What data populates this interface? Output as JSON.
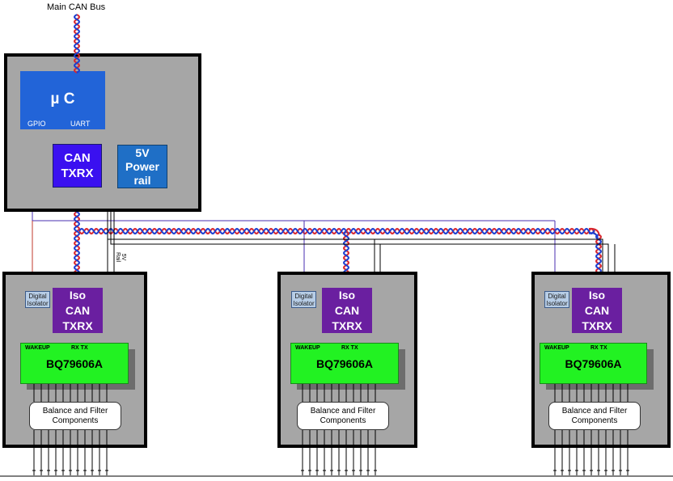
{
  "bus_label": "Main CAN Bus",
  "controller": {
    "mcu": "µ C",
    "gpio": "GPIO",
    "uart": "UART",
    "can_txrx": [
      "CAN",
      "TXRX"
    ],
    "power_rail": [
      "5V",
      "Power",
      "rail"
    ],
    "rail_tag": "5V\nRail"
  },
  "modules": [
    {
      "digital_isolator": [
        "Digital",
        "Isolator"
      ],
      "iso_can": [
        "Iso",
        "CAN",
        "TXRX"
      ],
      "wakeup": "WAKEUP",
      "rxtx": "RX TX",
      "chip": "BQ79606A",
      "filter": [
        "Balance and Filter",
        "Components"
      ]
    },
    {
      "digital_isolator": [
        "Digital",
        "Isolator"
      ],
      "iso_can": [
        "Iso",
        "CAN",
        "TXRX"
      ],
      "wakeup": "WAKEUP",
      "rxtx": "RX TX",
      "chip": "BQ79606A",
      "filter": [
        "Balance and Filter",
        "Components"
      ]
    },
    {
      "digital_isolator": [
        "Digital",
        "Isolator"
      ],
      "iso_can": [
        "Iso",
        "CAN",
        "TXRX"
      ],
      "wakeup": "WAKEUP",
      "rxtx": "RX TX",
      "chip": "BQ79606A",
      "filter": [
        "Balance and Filter",
        "Components"
      ]
    }
  ],
  "colors": {
    "panel": "#a6a6a6",
    "mcu": "#2264d8",
    "can_txrx": "#3a10f0",
    "iso_can": "#6a1fa0",
    "bq_chip": "#22f222",
    "digital_isolator": "#b7cde6",
    "can_wire_red": "#d9272e",
    "can_wire_blue": "#1c3fcf",
    "gpio_wire": "#4a2fb0"
  }
}
